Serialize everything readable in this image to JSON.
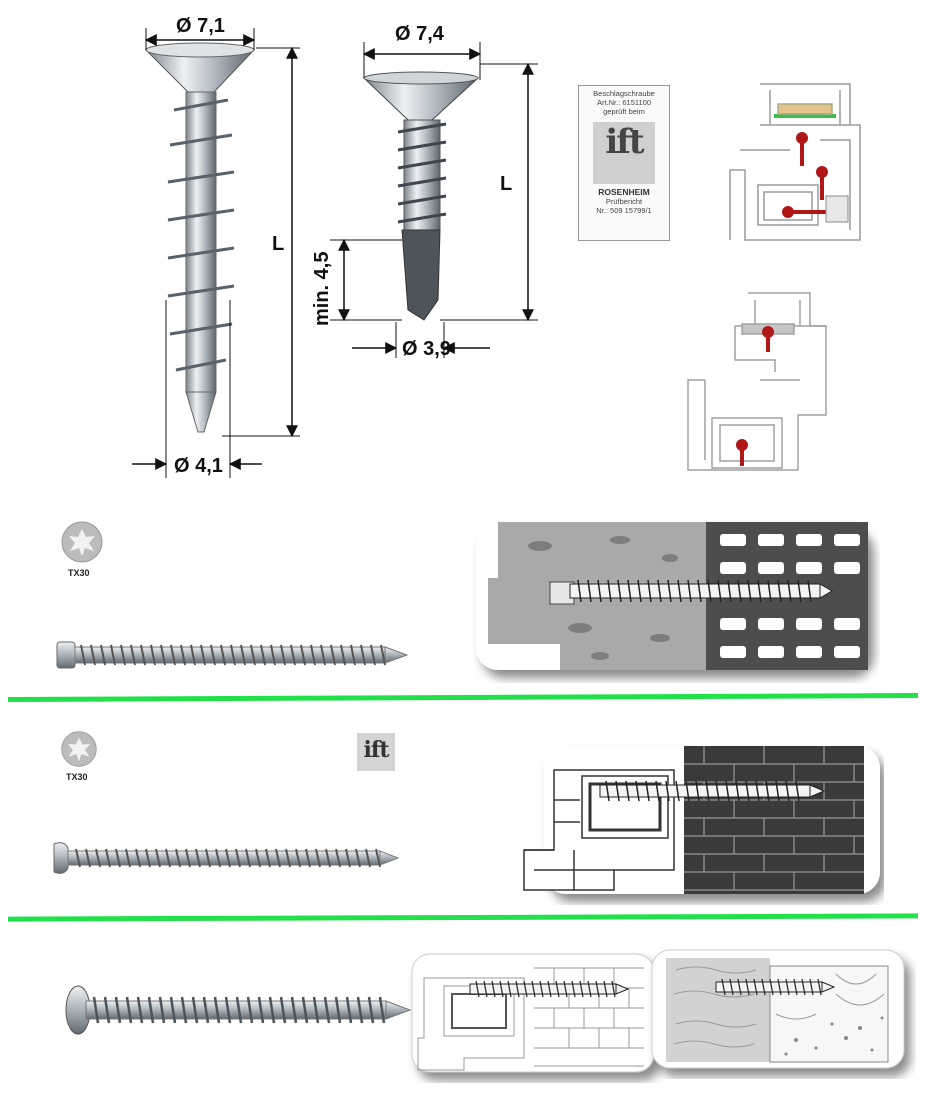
{
  "dimensions": {
    "screw1_head_diameter": "Ø 7,1",
    "screw1_length": "L",
    "screw1_tip_diameter": "Ø 4,1",
    "screw2_head_diameter": "Ø 7,4",
    "screw2_length": "L",
    "screw2_drill_min": "min. 4,5",
    "screw2_tip_diameter": "Ø 3,9"
  },
  "certificate": {
    "line1": "Beschlagschraube",
    "line2": "Art.Nr.: 6151100",
    "line3": "geprüft beim",
    "logo": "ift",
    "line4": "ROSENHEIM",
    "line5": "Prüfbericht",
    "line6": "Nr.: 509 15799/1"
  },
  "rows": [
    {
      "drive": "TX30"
    },
    {
      "drive": "TX30",
      "badge": "ift"
    }
  ],
  "colors": {
    "divider": "#22e04a",
    "screw_fill": "#c9ced4",
    "screw_dark": "#6f7880",
    "red_screw": "#b01818"
  }
}
